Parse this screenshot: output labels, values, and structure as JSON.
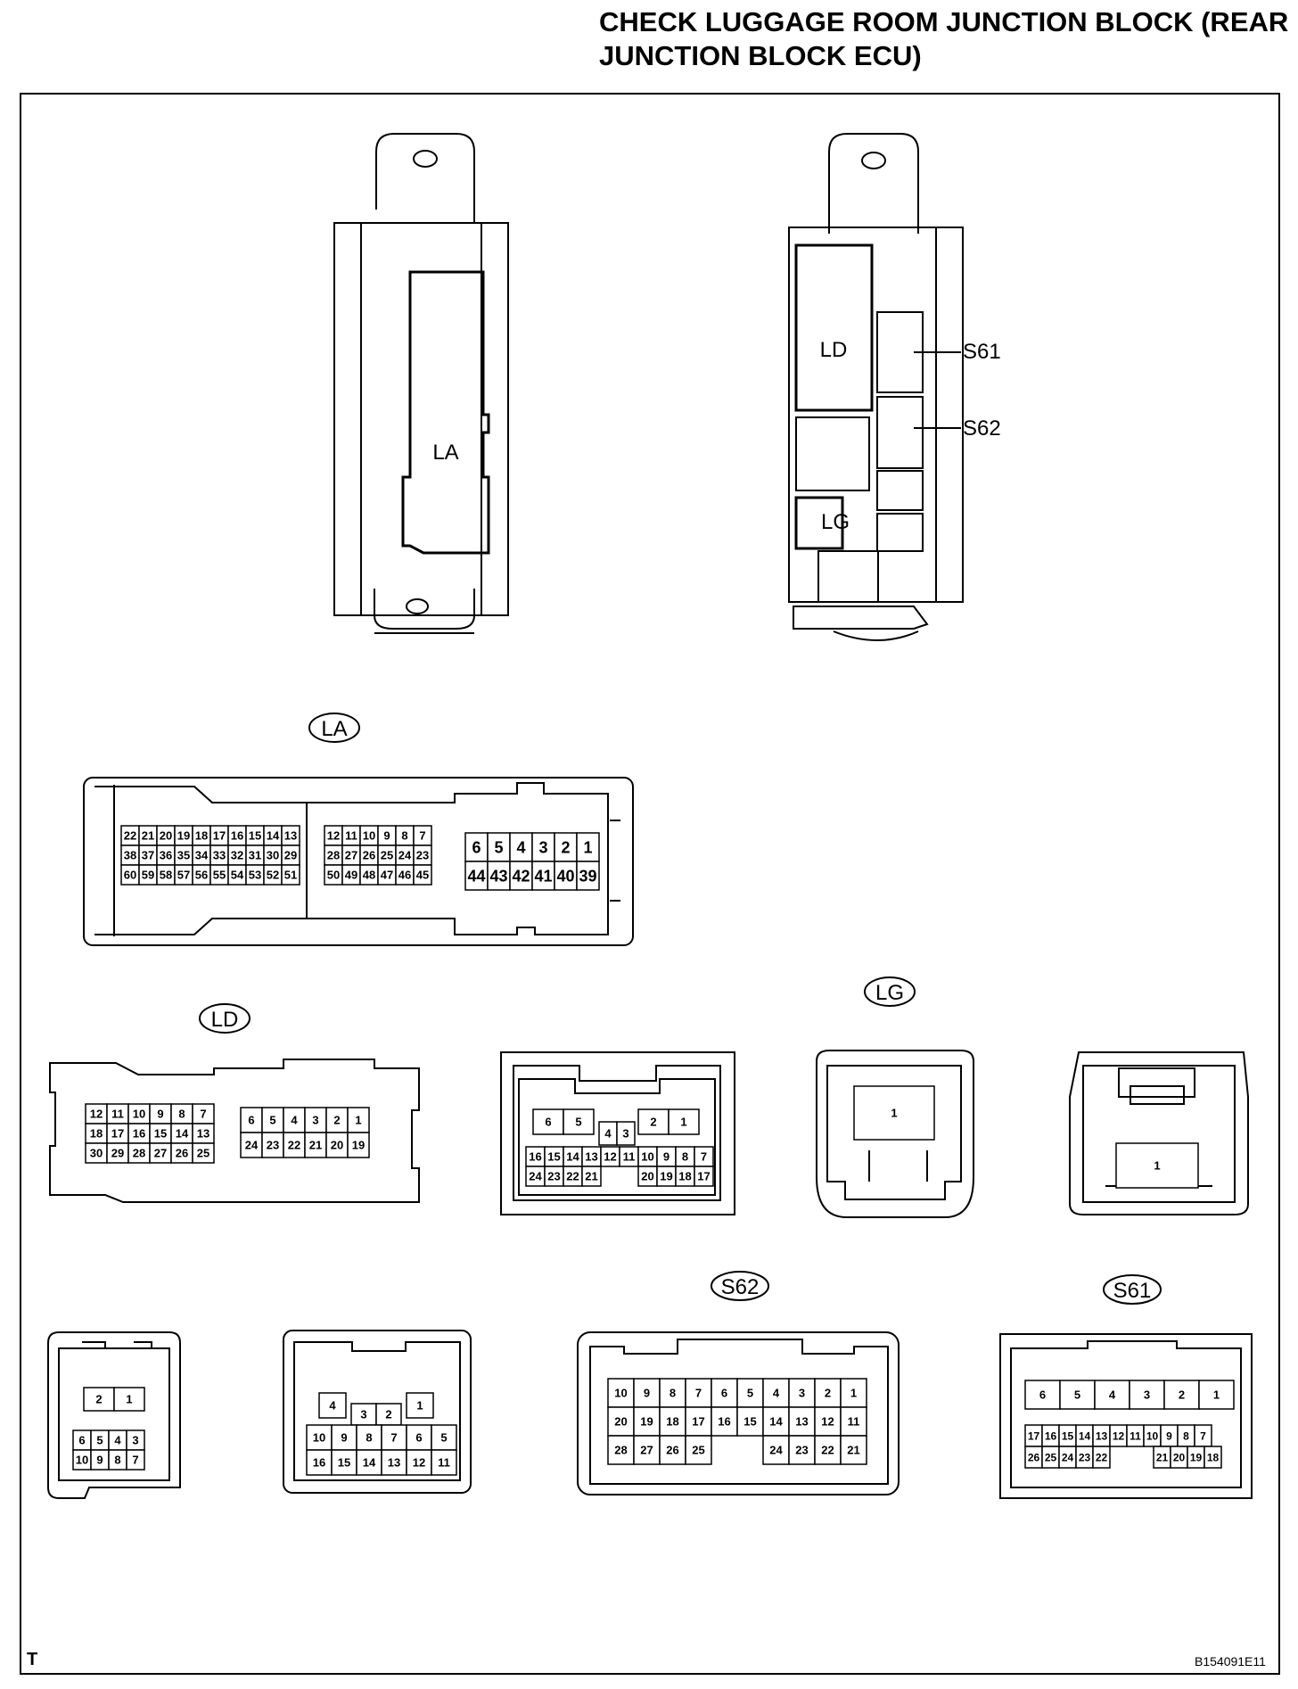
{
  "title": "CHECK LUGGAGE ROOM JUNCTION BLOCK (REAR JUNCTION BLOCK ECU)",
  "footer": {
    "letter": "T",
    "figure_id": "B154091E11"
  },
  "block_labels": {
    "la": "LA",
    "ld": "LD",
    "lg": "LG",
    "s61": "S61",
    "s62": "S62"
  },
  "circle_labels": {
    "la": "LA",
    "ld": "LD",
    "lg": "LG",
    "s62": "S62",
    "s61": "S61"
  },
  "connectors": [
    {
      "id": "la-left",
      "rows": [
        [
          "22",
          "21",
          "20",
          "19",
          "18",
          "17",
          "16",
          "15",
          "14",
          "13"
        ],
        [
          "38",
          "37",
          "36",
          "35",
          "34",
          "33",
          "32",
          "31",
          "30",
          "29"
        ],
        [
          "60",
          "59",
          "58",
          "57",
          "56",
          "55",
          "54",
          "53",
          "52",
          "51"
        ]
      ]
    },
    {
      "id": "la-mid",
      "rows": [
        [
          "12",
          "11",
          "10",
          "9",
          "8",
          "7"
        ],
        [
          "28",
          "27",
          "26",
          "25",
          "24",
          "23"
        ],
        [
          "50",
          "49",
          "48",
          "47",
          "46",
          "45"
        ]
      ]
    },
    {
      "id": "la-right",
      "rows": [
        [
          "6",
          "5",
          "4",
          "3",
          "2",
          "1"
        ],
        [
          "44",
          "43",
          "42",
          "41",
          "40",
          "39"
        ]
      ]
    },
    {
      "id": "ld-left",
      "rows": [
        [
          "12",
          "11",
          "10",
          "9",
          "8",
          "7"
        ],
        [
          "18",
          "17",
          "16",
          "15",
          "14",
          "13"
        ],
        [
          "30",
          "29",
          "28",
          "27",
          "26",
          "25"
        ]
      ]
    },
    {
      "id": "ld-right",
      "rows": [
        [
          "6",
          "5",
          "4",
          "3",
          "2",
          "1"
        ],
        [
          "24",
          "23",
          "22",
          "21",
          "20",
          "19"
        ]
      ]
    },
    {
      "id": "c2-top",
      "rows": [
        [
          "6",
          "5"
        ],
        [
          "4",
          "3"
        ],
        [
          "2",
          "1"
        ]
      ]
    },
    {
      "id": "c2-row2",
      "rows": [
        [
          "16",
          "15",
          "14",
          "13",
          "12",
          "11",
          "10",
          "9",
          "8",
          "7"
        ]
      ]
    },
    {
      "id": "c2-row3l",
      "rows": [
        [
          "24",
          "23",
          "22",
          "21"
        ]
      ]
    },
    {
      "id": "c2-row3r",
      "rows": [
        [
          "20",
          "19",
          "18",
          "17"
        ]
      ]
    },
    {
      "id": "lg",
      "rows": [
        [
          "1"
        ]
      ]
    },
    {
      "id": "c4",
      "rows": [
        [
          "1"
        ]
      ]
    },
    {
      "id": "c5-top",
      "rows": [
        [
          "2",
          "1"
        ]
      ]
    },
    {
      "id": "c5-bot",
      "rows": [
        [
          "6",
          "5",
          "4",
          "3"
        ],
        [
          "10",
          "9",
          "8",
          "7"
        ]
      ]
    },
    {
      "id": "c6-top",
      "rows": [
        [
          "4"
        ],
        [
          "3",
          "2"
        ],
        [
          "1"
        ]
      ]
    },
    {
      "id": "c6-bot",
      "rows": [
        [
          "10",
          "9",
          "8",
          "7",
          "6",
          "5"
        ],
        [
          "16",
          "15",
          "14",
          "13",
          "12",
          "11"
        ]
      ]
    },
    {
      "id": "s62-r1",
      "rows": [
        [
          "10",
          "9",
          "8",
          "7",
          "6",
          "5",
          "4",
          "3",
          "2",
          "1"
        ]
      ]
    },
    {
      "id": "s62-r2",
      "rows": [
        [
          "20",
          "19",
          "18",
          "17",
          "16",
          "15",
          "14",
          "13",
          "12",
          "11"
        ]
      ]
    },
    {
      "id": "s62-r3l",
      "rows": [
        [
          "28",
          "27",
          "26",
          "25"
        ]
      ]
    },
    {
      "id": "s62-r3r",
      "rows": [
        [
          "24",
          "23",
          "22",
          "21"
        ]
      ]
    },
    {
      "id": "s61-r1",
      "rows": [
        [
          "6",
          "5",
          "4",
          "3",
          "2",
          "1"
        ]
      ]
    },
    {
      "id": "s61-r2",
      "rows": [
        [
          "17",
          "16",
          "15",
          "14",
          "13",
          "12",
          "11",
          "10",
          "9",
          "8",
          "7"
        ]
      ]
    },
    {
      "id": "s61-r3l",
      "rows": [
        [
          "26",
          "25",
          "24",
          "23",
          "22"
        ]
      ]
    },
    {
      "id": "s61-r3r",
      "rows": [
        [
          "21",
          "20",
          "19",
          "18"
        ]
      ]
    }
  ]
}
